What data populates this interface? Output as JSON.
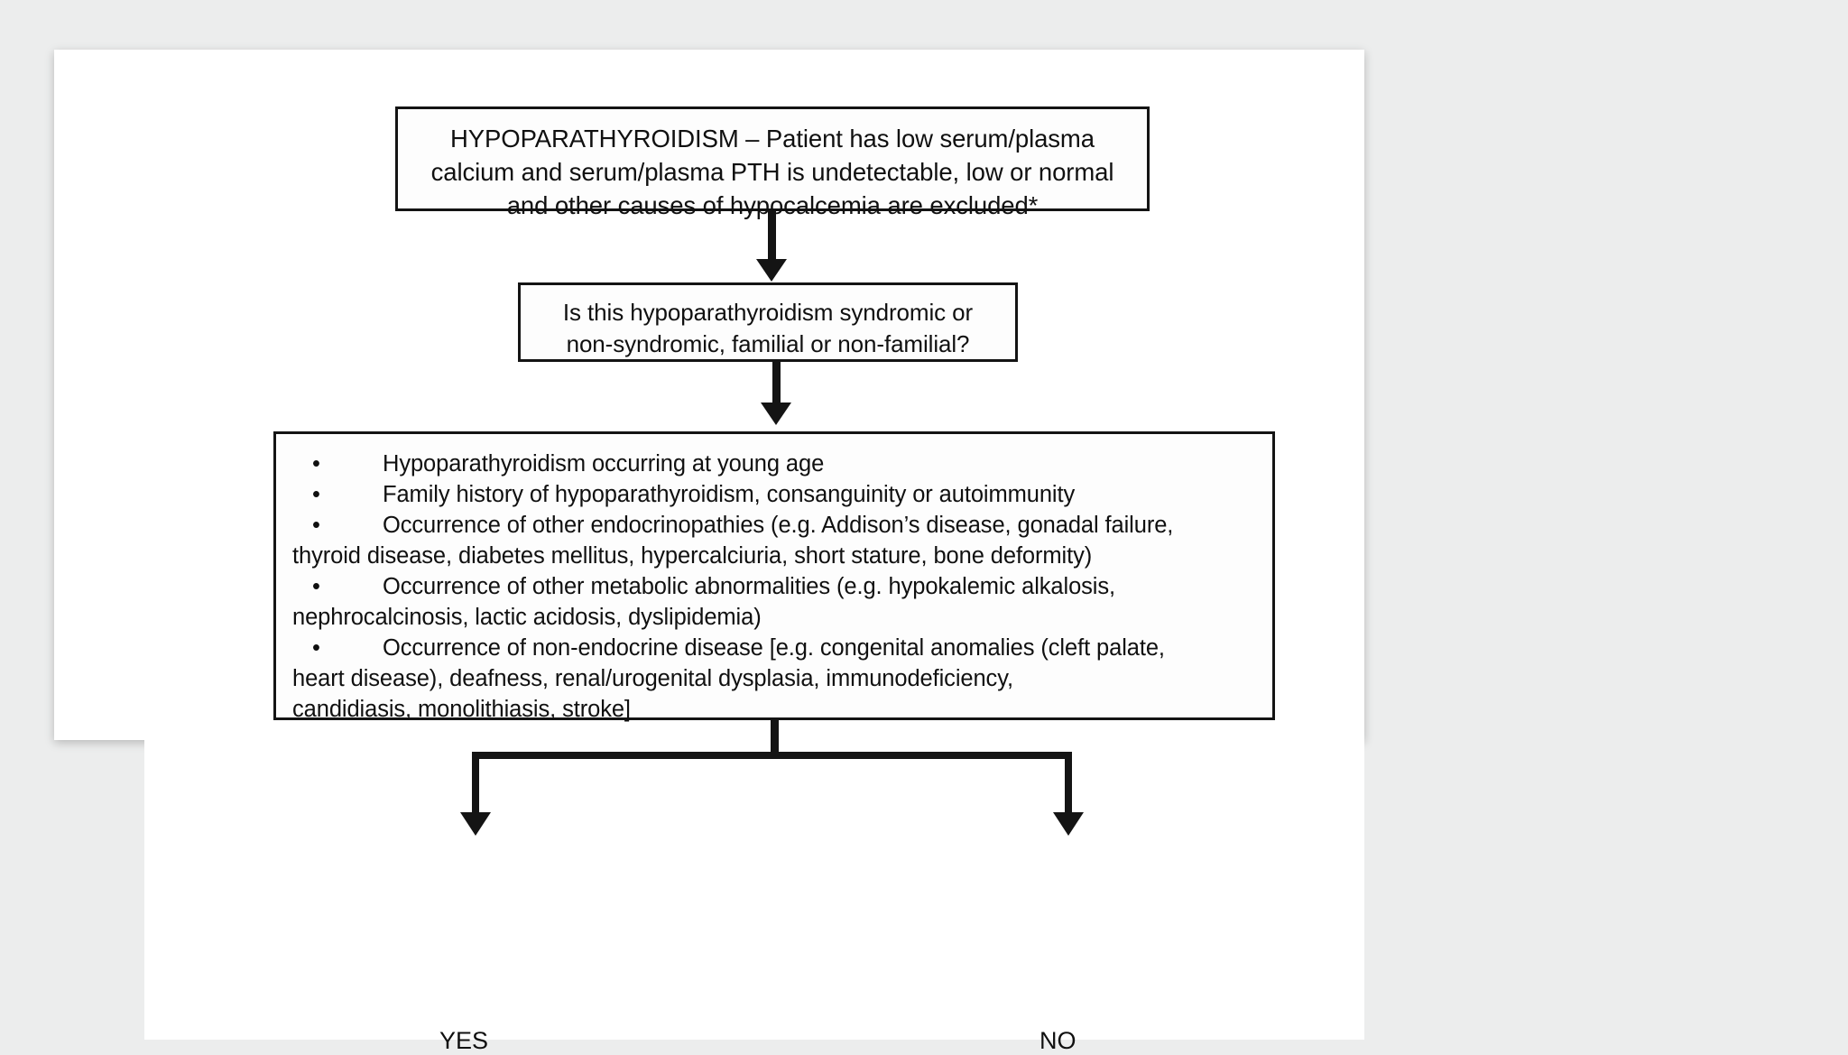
{
  "document": {
    "title": "Hypoparathyroidism diagnostic algorithm",
    "page_background": "#eceded",
    "card_background": "#ffffff",
    "ink_color": "#141414"
  },
  "flowchart": {
    "type": "flowchart",
    "orientation": "top-to-bottom",
    "nodes": [
      {
        "id": "start",
        "shape": "rectangle",
        "align": "center",
        "lines": [
          "HYPOPARATHYROIDISM –  Patient has low serum/plasma",
          "calcium and serum/plasma PTH is undetectable, low or normal",
          "and other causes of hypocalcemia are excluded*"
        ]
      },
      {
        "id": "question",
        "shape": "rectangle",
        "align": "center",
        "lines": [
          "Is this hypoparathyroidism syndromic or",
          "non-syndromic, familial or non-familial?"
        ]
      }
    ],
    "criteria_box": {
      "id": "criteria",
      "shape": "rectangle",
      "bullet_glyph": "•",
      "items": [
        {
          "lines": [
            "Hypoparathyroidism occurring at young age"
          ],
          "justified": false
        },
        {
          "lines": [
            "Family history of hypoparathyroidism, consanguinity or autoimmunity"
          ],
          "justified": false
        },
        {
          "lines": [
            "Occurrence of other endocrinopathies (e.g. Addison’s disease, gonadal failure,",
            "thyroid disease, diabetes mellitus, hypercalciuria, short stature, bone deformity)"
          ],
          "justified": false
        },
        {
          "lines": [
            "Occurrence of other metabolic abnormalities (e.g. hypokalemic alkalosis,",
            "nephrocalcinosis, lactic acidosis, dyslipidemia)"
          ],
          "justified": true
        },
        {
          "lines": [
            "Occurrence of non-endocrine disease [e.g. congenital anomalies (cleft palate,",
            "heart disease), deafness, renal/urogenital dysplasia, immunodeficiency,",
            "candidiasis, monolithiasis, stroke]"
          ],
          "justified": true
        }
      ]
    },
    "branches": [
      {
        "id": "branch-yes",
        "label": "YES",
        "side": "left"
      },
      {
        "id": "branch-no",
        "label": "NO",
        "side": "right"
      }
    ],
    "connectors": [
      {
        "from": "start",
        "to": "question",
        "style": "solid-arrow-down"
      },
      {
        "from": "question",
        "to": "criteria",
        "style": "solid-arrow-down"
      },
      {
        "from": "criteria",
        "to": "branch-yes",
        "style": "elbow-arrow-down"
      },
      {
        "from": "criteria",
        "to": "branch-no",
        "style": "elbow-arrow-down"
      }
    ]
  }
}
